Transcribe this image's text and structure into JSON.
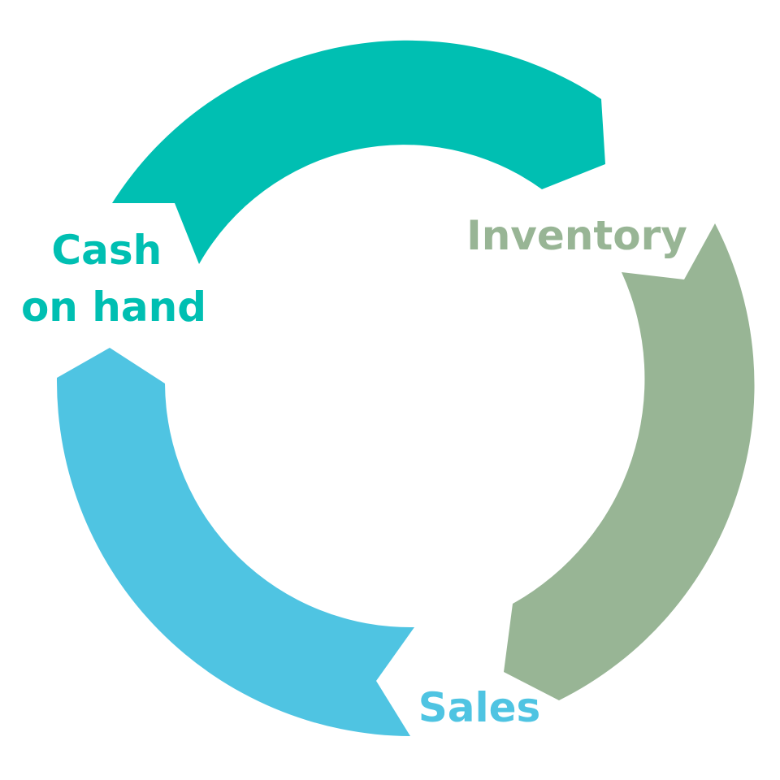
{
  "diagram": {
    "stages": [
      {
        "id": "cash",
        "label_lines": [
          "Cash",
          "on hand"
        ],
        "color": "#00BFB2"
      },
      {
        "id": "inventory",
        "label_lines": [
          "Inventory"
        ],
        "color": "#98B595"
      },
      {
        "id": "sales",
        "label_lines": [
          "Sales"
        ],
        "color": "#4FC4E2"
      }
    ]
  }
}
